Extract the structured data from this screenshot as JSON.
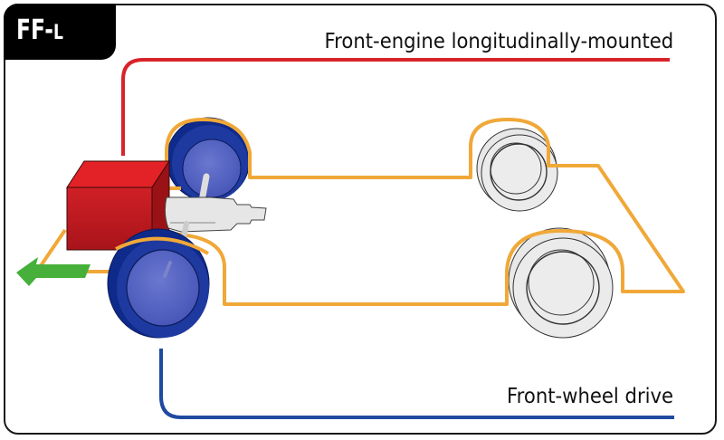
{
  "diagram": {
    "badge": {
      "main": "FF-",
      "suffix": "L"
    },
    "engine_layout_label": "Front-engine longitudinally-mounted",
    "drive_label": "Front-wheel drive",
    "direction": "forward-left",
    "colors": {
      "engine_line": "#d8232a",
      "drive_line": "#1f4aa0",
      "chassis": "#f0a838",
      "engine": "#c41e22",
      "driven_wheel": "#1e3aa0",
      "free_wheel": "#e8e8e8",
      "arrow": "#46b03a",
      "gearbox": "#e6e6e6"
    },
    "wheels": [
      {
        "position": "front-left",
        "driven": true
      },
      {
        "position": "front-right",
        "driven": true
      },
      {
        "position": "rear-left",
        "driven": false
      },
      {
        "position": "rear-right",
        "driven": false
      }
    ]
  }
}
